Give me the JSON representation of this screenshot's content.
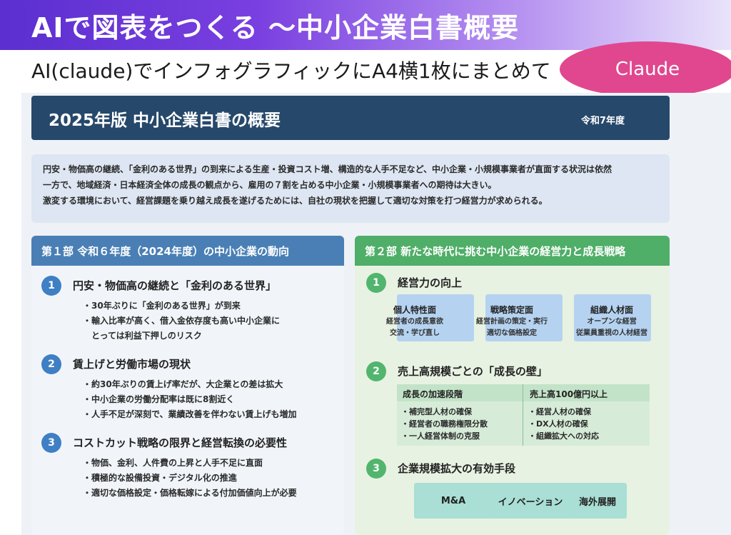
{
  "banner": {
    "title": "AIで図表をつくる 〜中小企業白書概要",
    "subtitle": "AI(claude)でインフォグラフィックにA4横1枚にまとめて",
    "badge": "Claude"
  },
  "document": {
    "title": "2025年版 中小企業白書の概要",
    "era": "令和7年度",
    "intro": [
      "円安・物価高の継続、「金利のある世界」の到来による生産・投資コスト増、構造的な人手不足など、中小企業・小規模事業者が直面する状況は依然",
      "一方で、地域経済・日本経済全体の成長の観点から、雇用の７割を占める中小企業・小規模事業者への期待は大きい。",
      "激変する環境において、経営課題を乗り越え成長を遂げるためには、自社の現状を把握して適切な対策を打つ経営力が求められる。"
    ],
    "part1": {
      "heading": "第１部 令和６年度（2024年度）の中小企業の動向",
      "sections": [
        {
          "num": "1",
          "title": "円安・物価高の継続と「金利のある世界」",
          "bullets": [
            "・30年ぶりに「金利のある世界」が到来",
            "・輸入比率が高く、借入金依存度も高い中小企業に",
            "　とっては利益下押しのリスク"
          ]
        },
        {
          "num": "2",
          "title": "賃上げと労働市場の現状",
          "bullets": [
            "・約30年ぶりの賃上げ率だが、大企業との差は拡大",
            "・中小企業の労働分配率は既に8割近く",
            "・人手不足が深刻で、業績改善を伴わない賃上げも増加"
          ]
        },
        {
          "num": "3",
          "title": "コストカット戦略の限界と経営転換の必要性",
          "bullets": [
            "・物価、金利、人件費の上昇と人手不足に直面",
            "・積極的な設備投資・デジタル化の推進",
            "・適切な価格設定・価格転嫁による付加価値向上が必要"
          ]
        }
      ]
    },
    "part2": {
      "heading": "第２部 新たな時代に挑む中小企業の経営力と成長戦略",
      "sec1": {
        "num": "1",
        "title": "経営力の向上",
        "boxes": [
          {
            "title": "個人特性面",
            "lines": [
              "経営者の成長意欲",
              "交流・学び直し"
            ]
          },
          {
            "title": "戦略策定面",
            "lines": [
              "経営計画の策定・実行",
              "適切な価格設定"
            ]
          },
          {
            "title": "組織人材面",
            "lines": [
              "オープンな経営",
              "従業員重視の人材経営"
            ]
          }
        ]
      },
      "sec2": {
        "num": "2",
        "title": "売上高規模ごとの「成長の壁」",
        "left_title": "成長の加速段階",
        "left_items": [
          "・補完型人材の確保",
          "・経営者の職務権限分散",
          "・一人経営体制の克服"
        ],
        "right_title": "売上高100億円以上",
        "right_items": [
          "・経営人材の確保",
          "・DX人材の確保",
          "・組織拡大への対応"
        ]
      },
      "sec3": {
        "num": "3",
        "title": "企業規模拡大の有効手段",
        "means": [
          "M&A",
          "イノベーション",
          "海外展開"
        ]
      }
    }
  }
}
